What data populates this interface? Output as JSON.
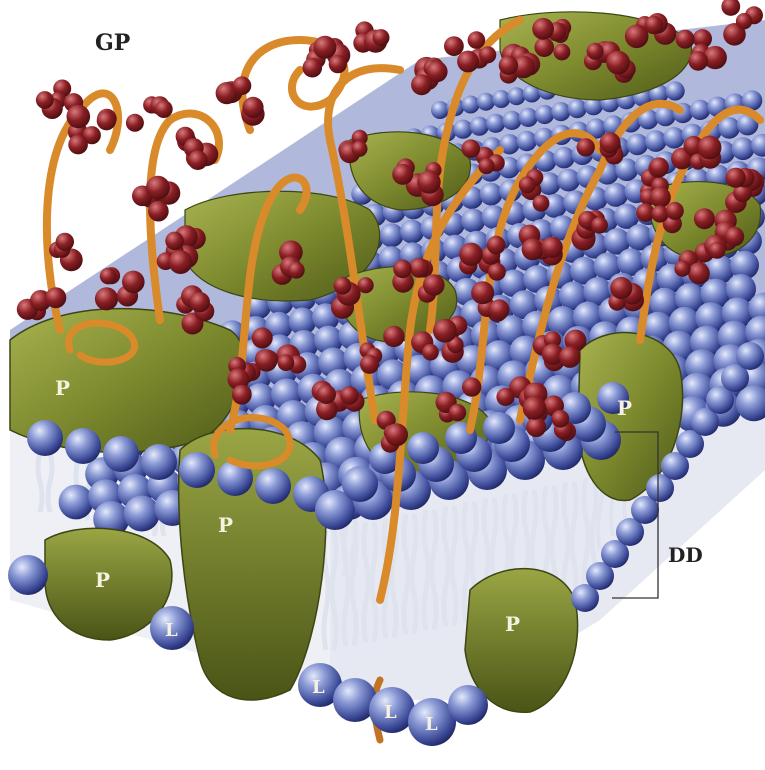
{
  "labels": {
    "gp": "GP",
    "dd": "DD",
    "p": [
      "P",
      "P",
      "P",
      "P",
      "P"
    ],
    "l": [
      "L",
      "L",
      "L",
      "L"
    ]
  },
  "colors": {
    "background": "#ffffff",
    "protein": "#7d8a2e",
    "protein_dark": "#4f5a18",
    "lipid_head": "#3f4f9e",
    "lipid_head_light": "#c9d2f0",
    "lipid_tail": "#dfe3ee",
    "chain": "#d98a2b",
    "sugar": "#8a1f24",
    "label_light": "#f6f1e0",
    "label_dark": "#222222"
  }
}
